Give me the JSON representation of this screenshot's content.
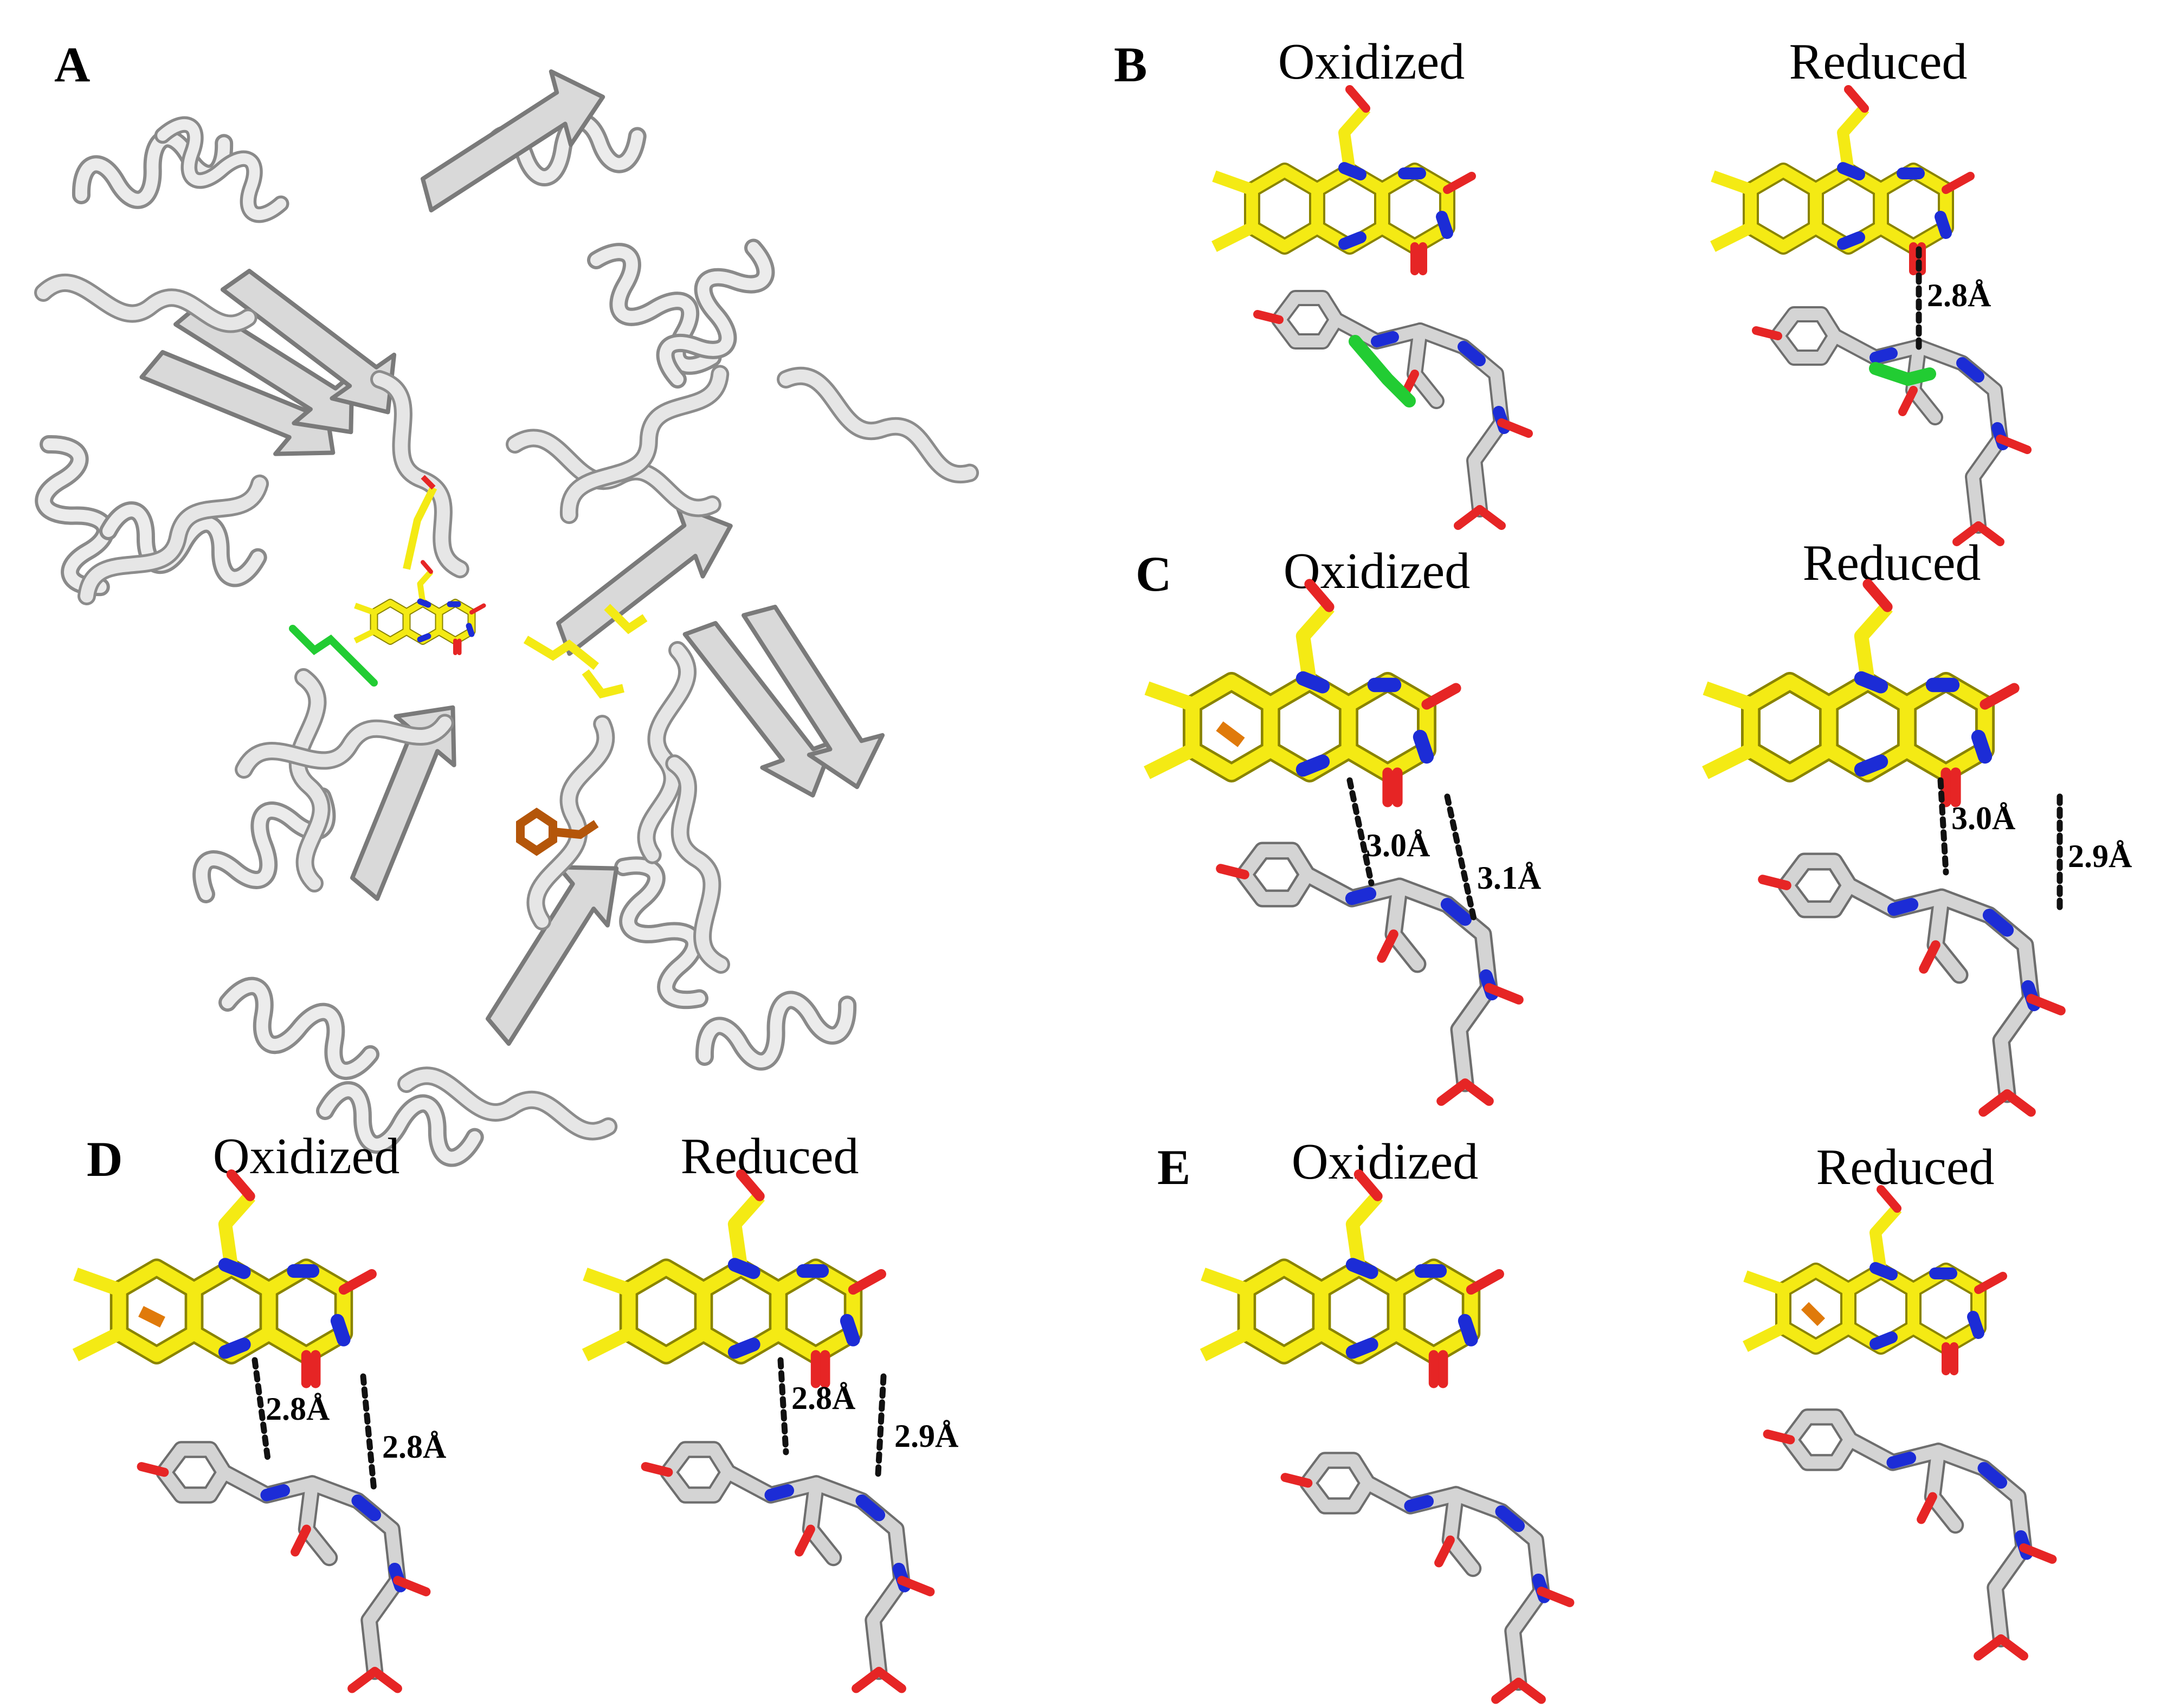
{
  "figure": {
    "panels": [
      {
        "letter": "A",
        "titles": []
      },
      {
        "letter": "B",
        "titles": [
          "Oxidized",
          "Reduced"
        ],
        "distances": {
          "reduced": [
            "2.8Å"
          ]
        }
      },
      {
        "letter": "C",
        "titles": [
          "Oxidized",
          "Reduced"
        ],
        "distances": {
          "oxidized": [
            "3.0Å",
            "3.1Å"
          ],
          "reduced": [
            "3.0Å",
            "2.9Å"
          ]
        }
      },
      {
        "letter": "D",
        "titles": [
          "Oxidized",
          "Reduced"
        ],
        "distances": {
          "oxidized": [
            "2.8Å",
            "2.8Å"
          ],
          "reduced": [
            "2.8Å",
            "2.9Å"
          ]
        }
      },
      {
        "letter": "E",
        "titles": [
          "Oxidized",
          "Reduced"
        ]
      }
    ],
    "colors": {
      "protein": "#c8c8c8",
      "flavin": "#f4ea14",
      "nitrogen": "#1c2cd6",
      "oxygen": "#e62525",
      "loop_highlight": "#22cc33",
      "aromatic_highlight": "#b4560a"
    }
  }
}
